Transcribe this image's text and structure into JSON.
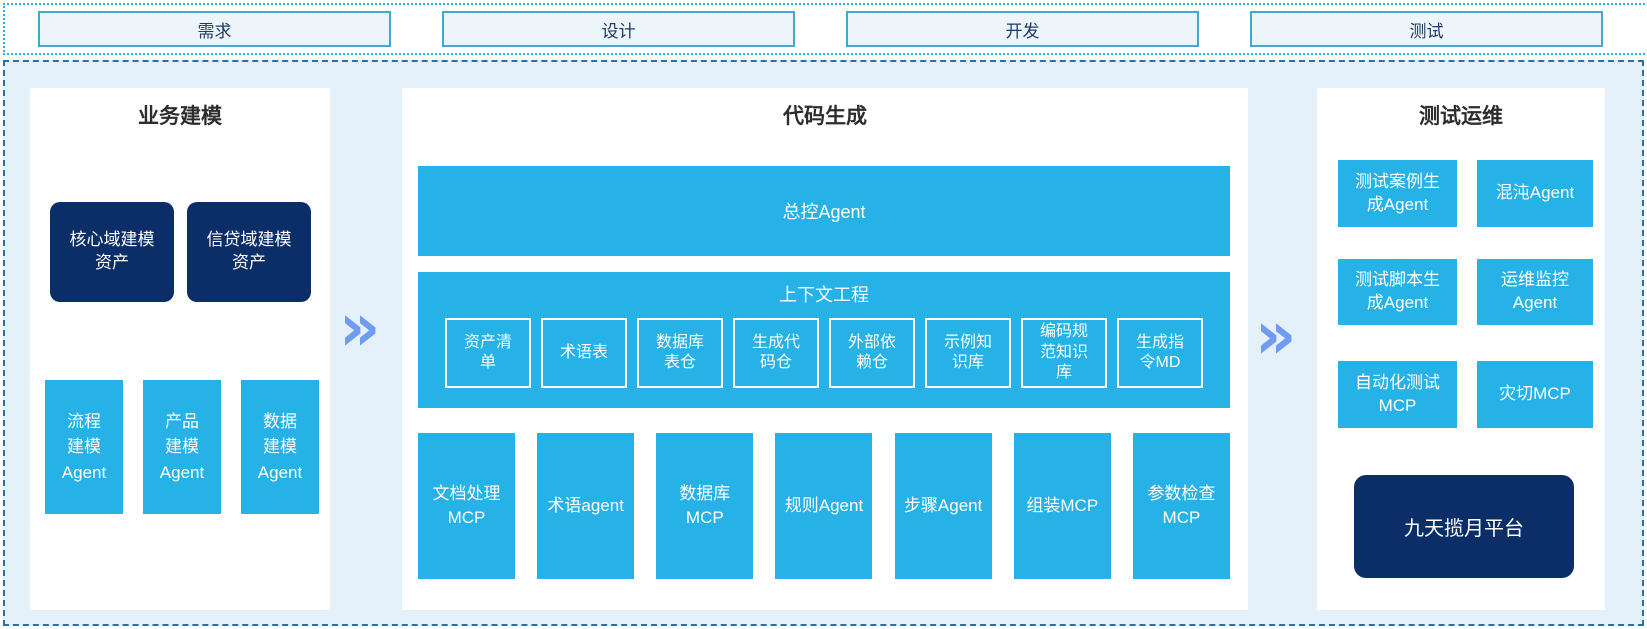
{
  "phases": [
    "需求",
    "设计",
    "开发",
    "测试"
  ],
  "flow_arrow_glyph": "»",
  "colors": {
    "cyan_box": "#26b1e7",
    "navy_box": "#0c2e68",
    "container_bg": "#e4f1fa",
    "phase_border": "#44a8cd",
    "dashed_border": "#2e6f9f",
    "arrow": "#6f9bf2"
  },
  "business_modeling": {
    "title": "业务建模",
    "assets": [
      [
        "核心域建模",
        "资产"
      ],
      [
        "信贷域建模",
        "资产"
      ]
    ],
    "agents": [
      [
        "流程",
        "建模",
        "Agent"
      ],
      [
        "产品",
        "建模",
        "Agent"
      ],
      [
        "数据",
        "建模",
        "Agent"
      ]
    ]
  },
  "code_generation": {
    "title": "代码生成",
    "master_agent": "总控Agent",
    "context_engineering": {
      "title": "上下文工程",
      "items": [
        [
          "资产清",
          "单"
        ],
        "术语表",
        [
          "数据库",
          "表仓"
        ],
        [
          "生成代",
          "码仓"
        ],
        [
          "外部依",
          "赖仓"
        ],
        [
          "示例知",
          "识库"
        ],
        [
          "编码规",
          "范知识",
          "库"
        ],
        [
          "生成指",
          "令MD"
        ]
      ]
    },
    "tools": [
      [
        "文档处理",
        "MCP"
      ],
      "术语agent",
      [
        "数据库",
        "MCP"
      ],
      "规则Agent",
      "步骤Agent",
      "组装MCP",
      [
        "参数检查",
        "MCP"
      ]
    ]
  },
  "test_ops": {
    "title": "测试运维",
    "boxes": [
      [
        "测试案例生",
        "成Agent"
      ],
      "混沌Agent",
      [
        "测试脚本生",
        "成Agent"
      ],
      [
        "运维监控",
        "Agent"
      ],
      [
        "自动化测试",
        "MCP"
      ],
      "灾切MCP"
    ],
    "platform": "九天揽月平台"
  }
}
